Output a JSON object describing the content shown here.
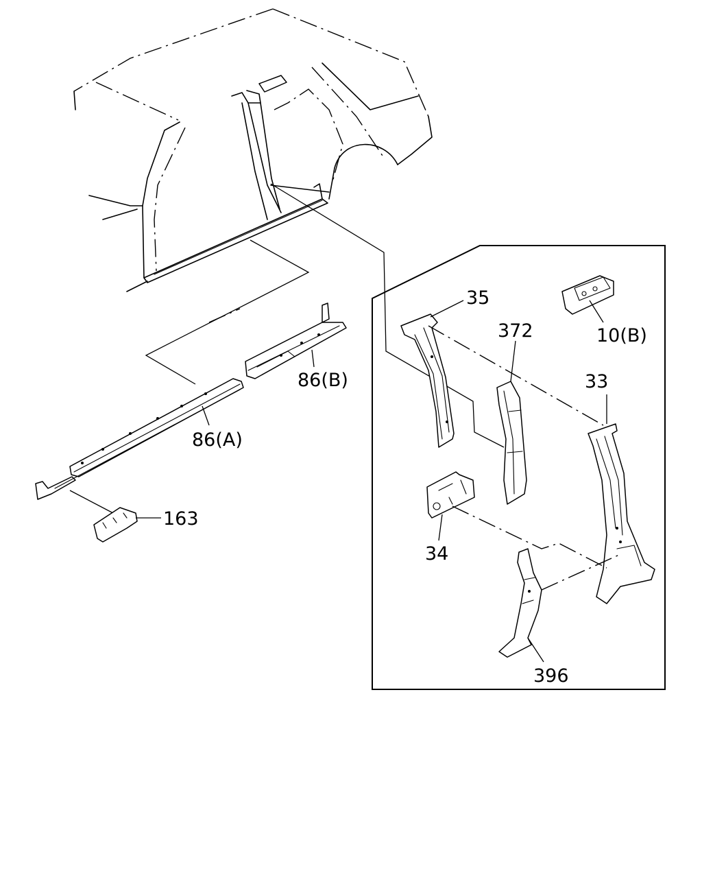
{
  "callouts": {
    "p35": "35",
    "p372": "372",
    "p10b": "10(B)",
    "p33": "33",
    "p86b": "86(B)",
    "p86a": "86(A)",
    "p163": "163",
    "p34": "34",
    "p396": "396"
  }
}
